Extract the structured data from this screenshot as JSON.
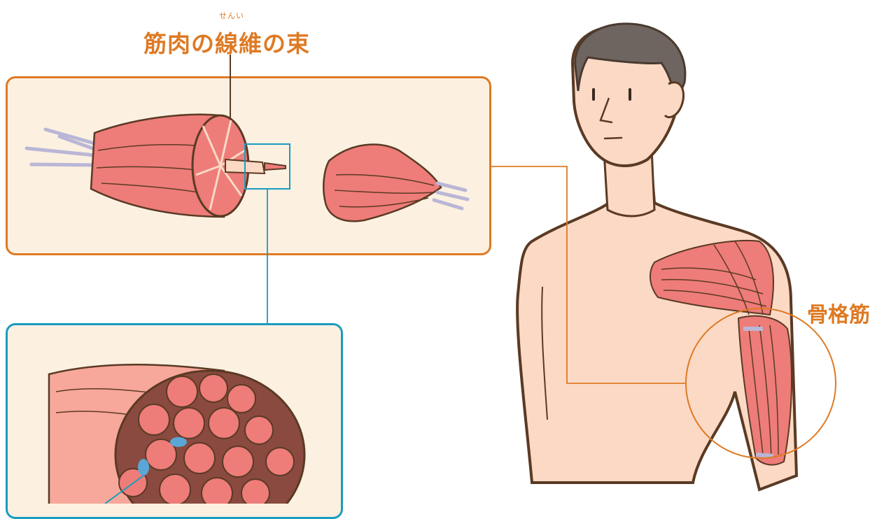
{
  "title": {
    "text": "筋肉の線維の束",
    "furigana": "せんい"
  },
  "labels": {
    "skeletal_muscle": "骨格筋"
  },
  "colors": {
    "accent_orange": "#de7a24",
    "accent_blue": "#1a9cc0",
    "panel_bg": "#fcf0e1",
    "muscle_red": "#ee7c78",
    "skin": "#fbd9c5",
    "hair": "#6f6560",
    "outline": "#5a3a24"
  }
}
